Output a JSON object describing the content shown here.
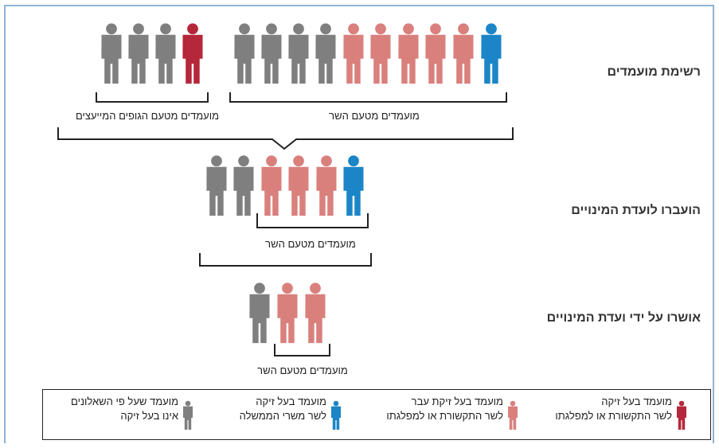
{
  "colors": {
    "conflict": "#b5273a",
    "past_conflict": "#d9807d",
    "ministry": "#1c85c7",
    "no_conflict": "#7f7f7f"
  },
  "stages": [
    {
      "title": "רשימת מועמדים",
      "people": [
        "no_conflict",
        "no_conflict",
        "no_conflict",
        "conflict",
        "no_conflict",
        "no_conflict",
        "no_conflict",
        "no_conflict",
        "past_conflict",
        "past_conflict",
        "past_conflict",
        "past_conflict",
        "past_conflict",
        "ministry"
      ]
    },
    {
      "title": "הועברו לועדת המינויים",
      "people": [
        "no_conflict",
        "no_conflict",
        "past_conflict",
        "past_conflict",
        "past_conflict",
        "ministry"
      ]
    },
    {
      "title": "אושרו על ידי ועדת המינויים",
      "people": [
        "no_conflict",
        "past_conflict",
        "past_conflict"
      ]
    }
  ],
  "group_labels": {
    "committees": "מועמדים מטעם הגופים המייעצים",
    "minister_1": "מועמדים מטעם השר",
    "minister_2": "מועמדים מטעם השר",
    "minister_3": "מועמדים מטעם השר"
  },
  "legend": [
    {
      "icon": "conflict",
      "line1": "מועמד בעל זיקה",
      "line2": "לשר התקשורת או למפלגתו"
    },
    {
      "icon": "past_conflict",
      "line1": "מועמד בעל זיקת עבר",
      "line2": "לשר התקשורת או למפלגתו"
    },
    {
      "icon": "ministry",
      "line1": "מועמד בעל זיקה",
      "line2": "לשר משרי הממשלה"
    },
    {
      "icon": "no_conflict",
      "line1": "מועמד שעל פי השאלונים",
      "line2": "אינו בעל זיקה"
    }
  ]
}
